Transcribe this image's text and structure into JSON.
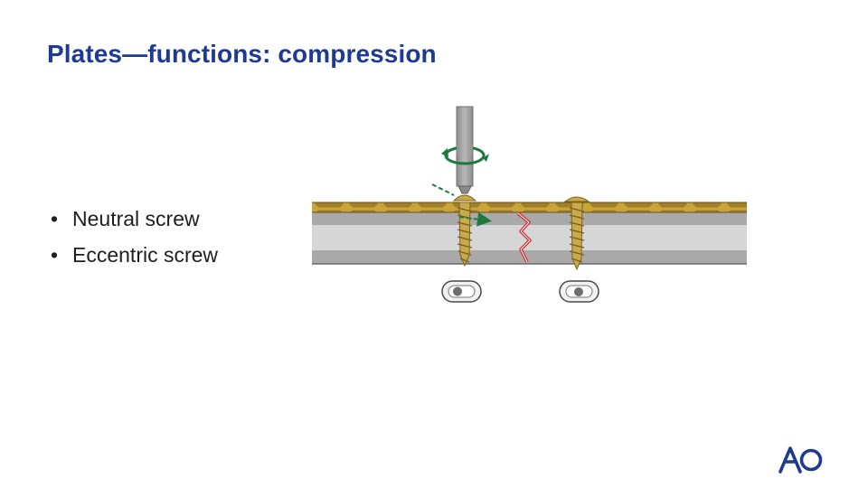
{
  "slide": {
    "title": "Plates—functions: compression",
    "bullets": [
      "Neutral screw",
      "Eccentric screw"
    ]
  },
  "diagram": {
    "icons": [
      "screwdriver-icon",
      "rotation-arrow-icon",
      "screw-icon",
      "fracture-line-icon",
      "plate-hole-icon"
    ]
  },
  "colors": {
    "title": "#1f3a93",
    "plate": "#c9a43a",
    "screw": "#c9a94a",
    "arrow": "#1e7a3c",
    "fracture": "#d42a2a",
    "bone": "#c8c8c8",
    "logo": "#1f3a93"
  },
  "logo": {
    "name": "AO"
  }
}
